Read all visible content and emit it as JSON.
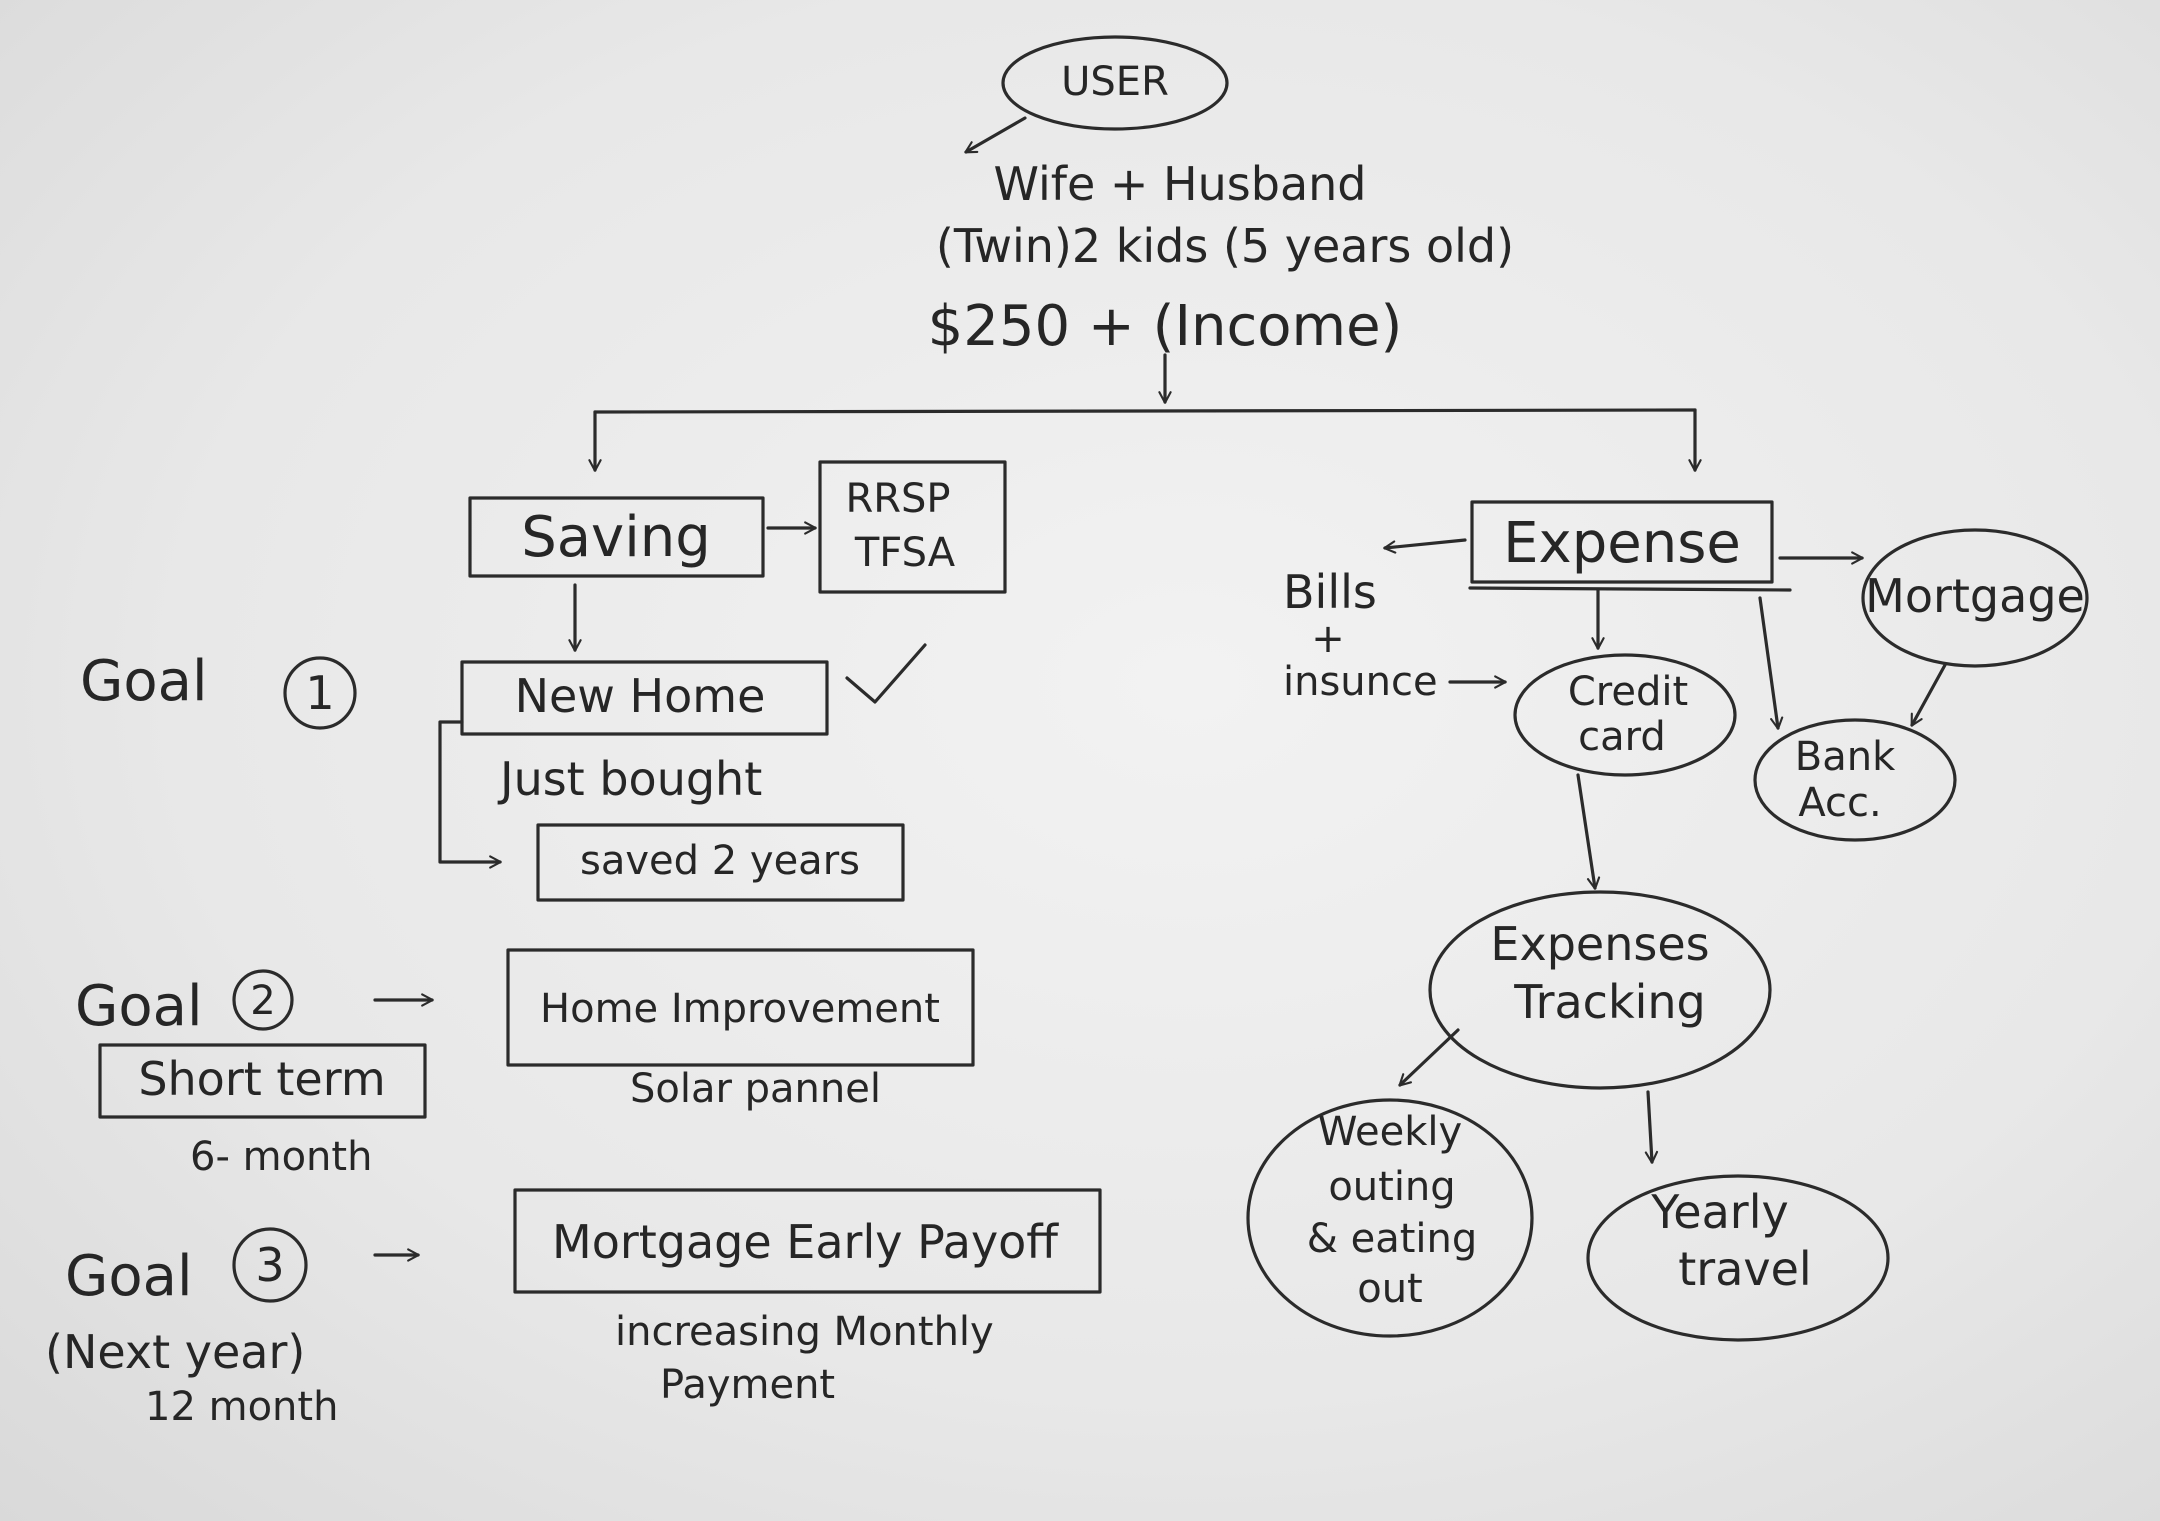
{
  "user": {
    "label": "USER",
    "line1": "Wife + Husband",
    "line2": "(Twin)2 kids (5 years old)",
    "line3": "$250 + (Income)"
  },
  "saving": {
    "label": "Saving",
    "accounts_line1": "RRSP",
    "accounts_line2": "TFSA"
  },
  "goal1": {
    "label": "Goal",
    "number": "1",
    "box": "New Home",
    "note": "Just bought",
    "sub_box": "saved 2 years"
  },
  "goal2": {
    "label": "Goal",
    "number": "2",
    "term": "Short term",
    "duration": "6- month",
    "box": "Home Improvement",
    "note": "Solar pannel"
  },
  "goal3": {
    "label": "Goal",
    "number": "3",
    "term": "(Next year)",
    "duration": "12 month",
    "box": "Mortgage Early Payoff",
    "note_line1": "increasing Monthly",
    "note_line2": "Payment"
  },
  "expense": {
    "label": "Expense",
    "bills_line1": "Bills",
    "bills_line2": "+",
    "bills_line3": "insunce",
    "mortgage": "Mortgage",
    "credit_line1": "Credit",
    "credit_line2": "card",
    "bank_line1": "Bank",
    "bank_line2": "Acc.",
    "tracking_line1": "Expenses",
    "tracking_line2": "Tracking",
    "weekly_line1": "Weekly",
    "weekly_line2": "outing",
    "weekly_line3": "& eating",
    "weekly_line4": "out",
    "yearly_line1": "Yearly",
    "yearly_line2": "travel"
  }
}
